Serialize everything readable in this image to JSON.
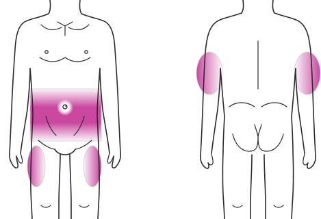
{
  "figure": {
    "views": [
      {
        "id": "front",
        "label": ""
      },
      {
        "id": "back",
        "label": ""
      }
    ],
    "injection_sites": [
      {
        "name": "abdomen",
        "view": "front"
      },
      {
        "name": "left-thigh",
        "view": "front"
      },
      {
        "name": "right-thigh",
        "view": "front"
      },
      {
        "name": "left-upper-arm",
        "view": "back"
      },
      {
        "name": "right-upper-arm",
        "view": "back"
      }
    ],
    "avoid_marker": {
      "name": "navel",
      "view": "front"
    }
  },
  "colors": {
    "highlight": "#c0288f",
    "outline": "#2b2b2b",
    "background": "#ffffff"
  }
}
